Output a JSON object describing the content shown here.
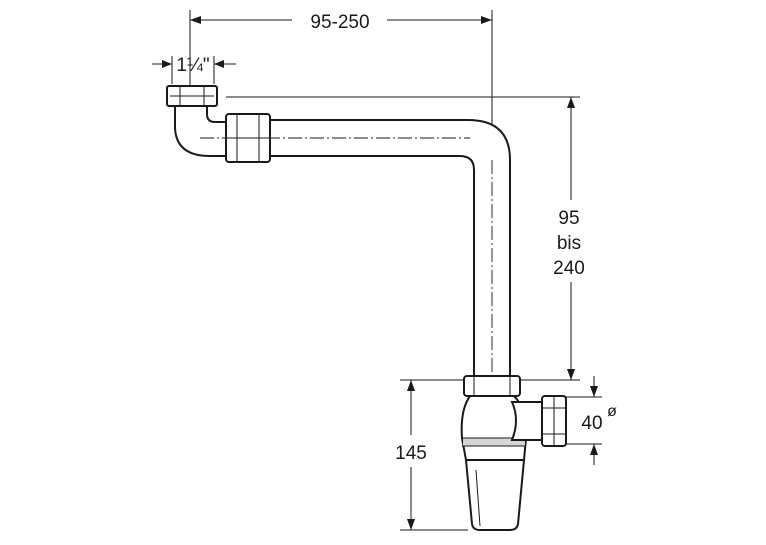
{
  "dimensions": {
    "width_range": "95-250",
    "thread_size": "1¼\"",
    "height_line1": "95",
    "height_line2": "bis",
    "height_line3": "240",
    "outlet_diameter": "40",
    "outlet_diameter_symbol": "ø",
    "trap_height": "145"
  }
}
